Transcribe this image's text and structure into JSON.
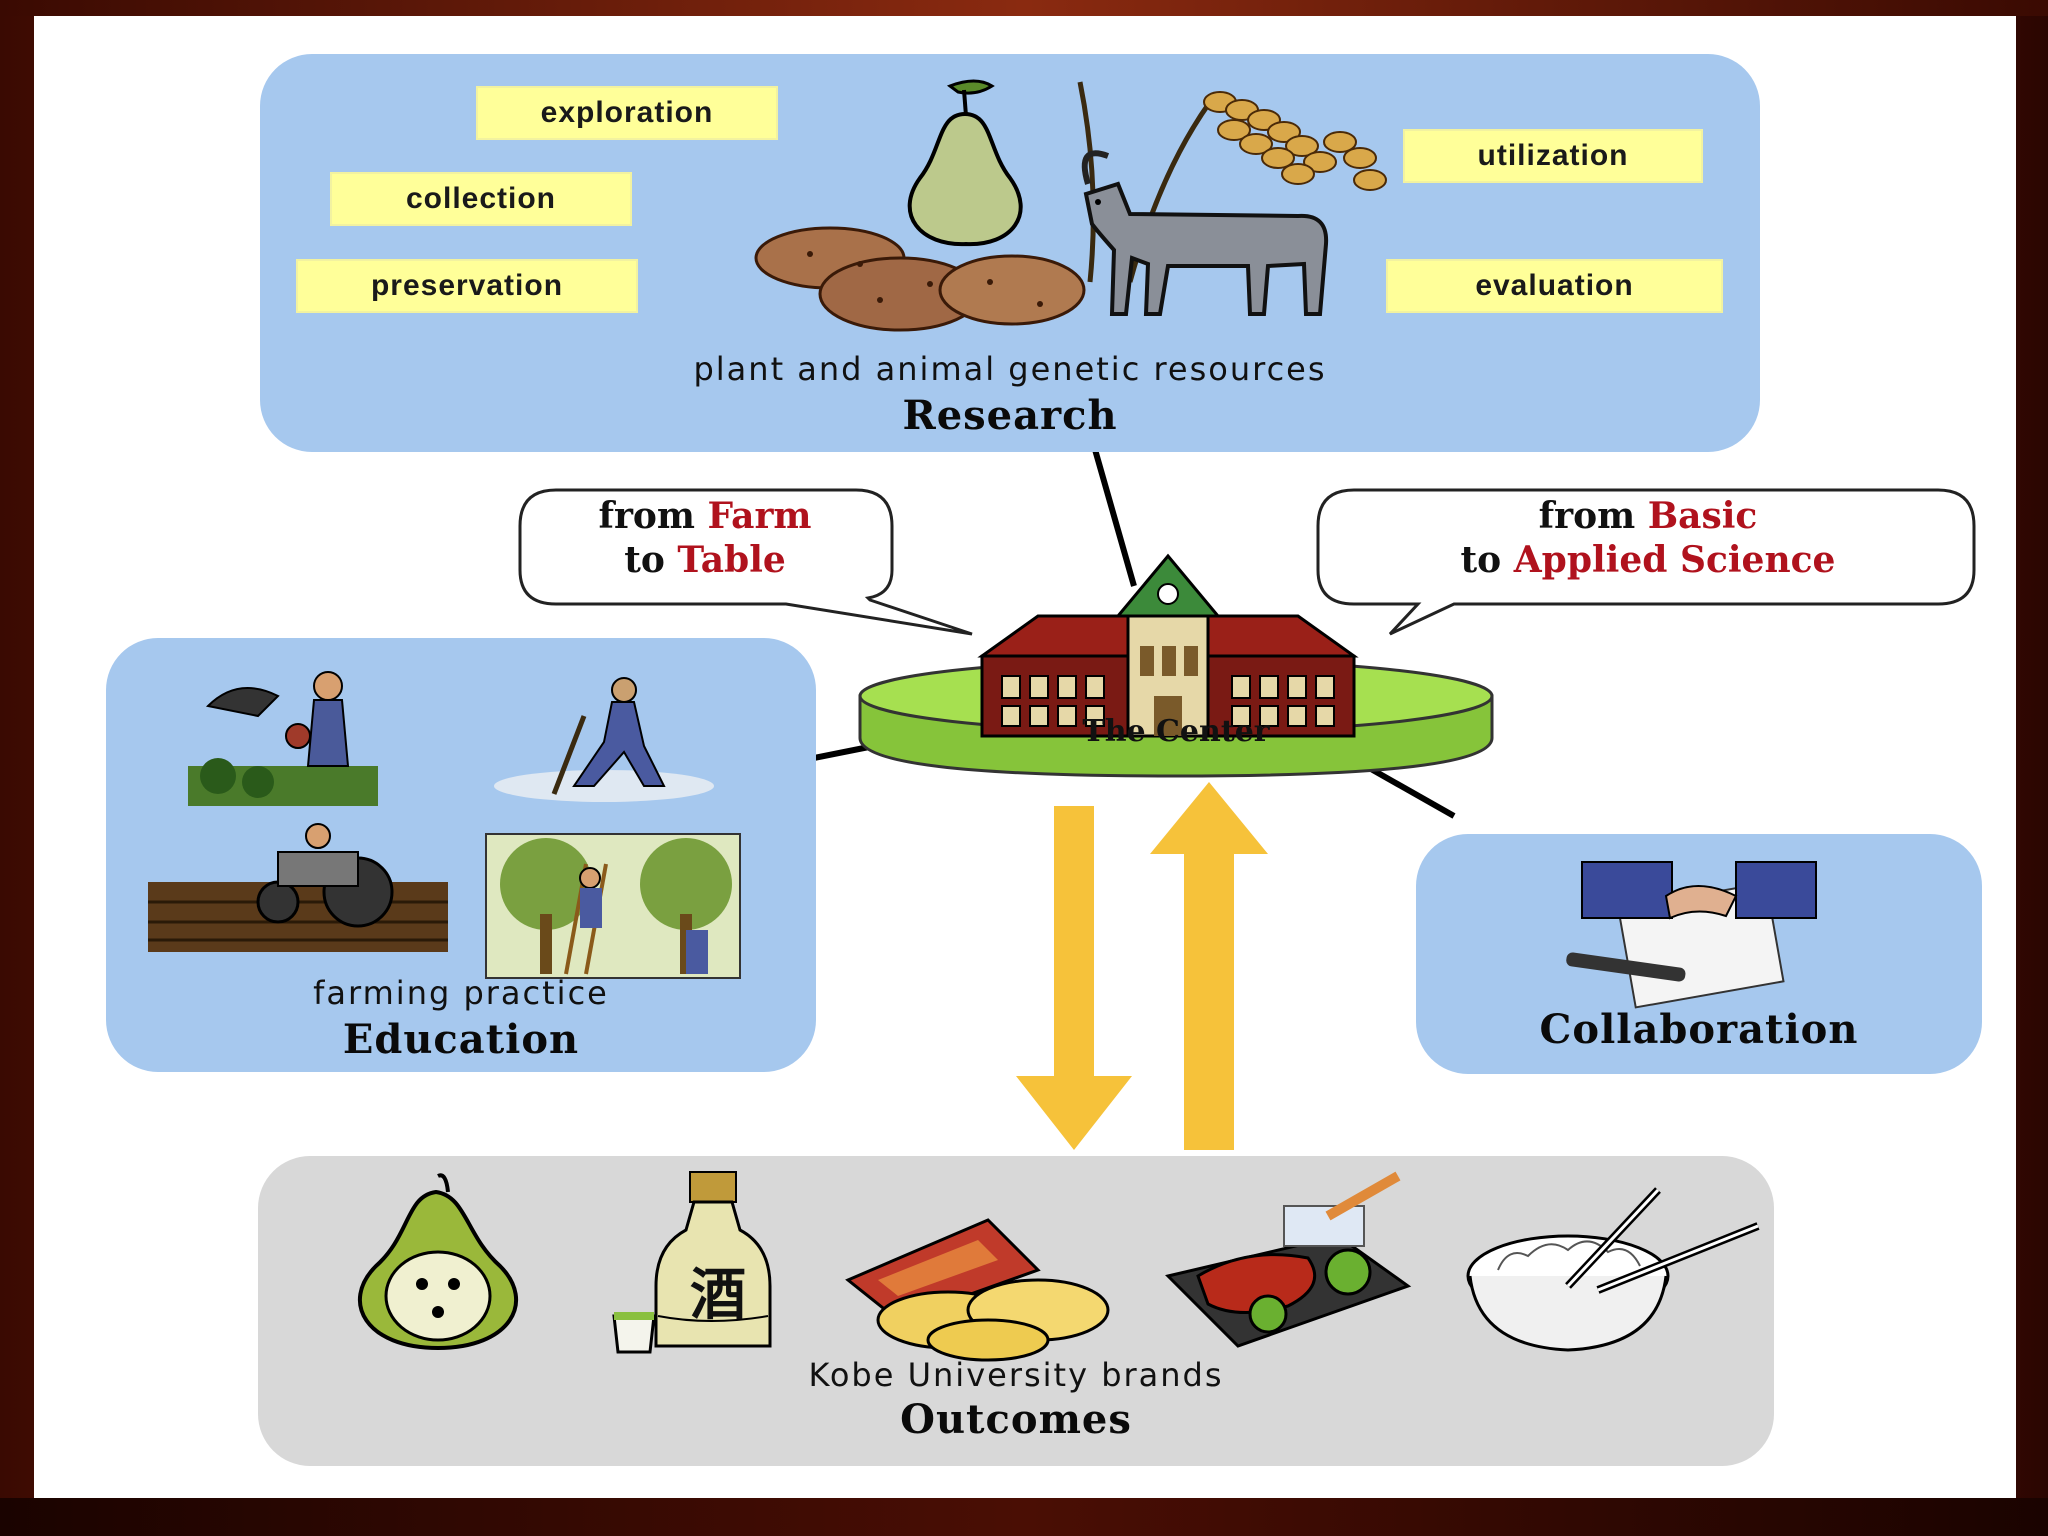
{
  "research": {
    "keywords": [
      "exploration",
      "collection",
      "preservation",
      "utilization",
      "evaluation"
    ],
    "subtitle": "plant and animal genetic resources",
    "title": "Research"
  },
  "bubbles": {
    "left": {
      "line1_prefix": "from ",
      "line1_highlight": "Farm",
      "line2_prefix": "to ",
      "line2_highlight": "Table"
    },
    "right": {
      "line1_prefix": "from ",
      "line1_highlight": "Basic",
      "line2_prefix": "to ",
      "line2_highlight": "Applied Science"
    }
  },
  "center": {
    "label": "The Center"
  },
  "education": {
    "subtitle": "farming practice",
    "title": "Education"
  },
  "collaboration": {
    "title": "Collaboration"
  },
  "outcomes": {
    "subtitle": "Kobe University brands",
    "title": "Outcomes",
    "sake_character": "酒"
  },
  "colors": {
    "panel_blue": "#a6c8ee",
    "panel_grey": "#d8d8d8",
    "keyword_yellow": "#ffff99",
    "highlight_red": "#b0121d",
    "arrow_yellow": "#f6c23a",
    "center_green": "#9bd84a"
  },
  "icons": [
    "pear-icon",
    "potatoes-icon",
    "wheat-icon",
    "ibex-icon",
    "farmer-icon",
    "tractor-icon",
    "orchard-icon",
    "handshake-icon",
    "sake-icon",
    "chips-icon",
    "meat-icon",
    "rice-bowl-icon",
    "school-building-icon"
  ]
}
